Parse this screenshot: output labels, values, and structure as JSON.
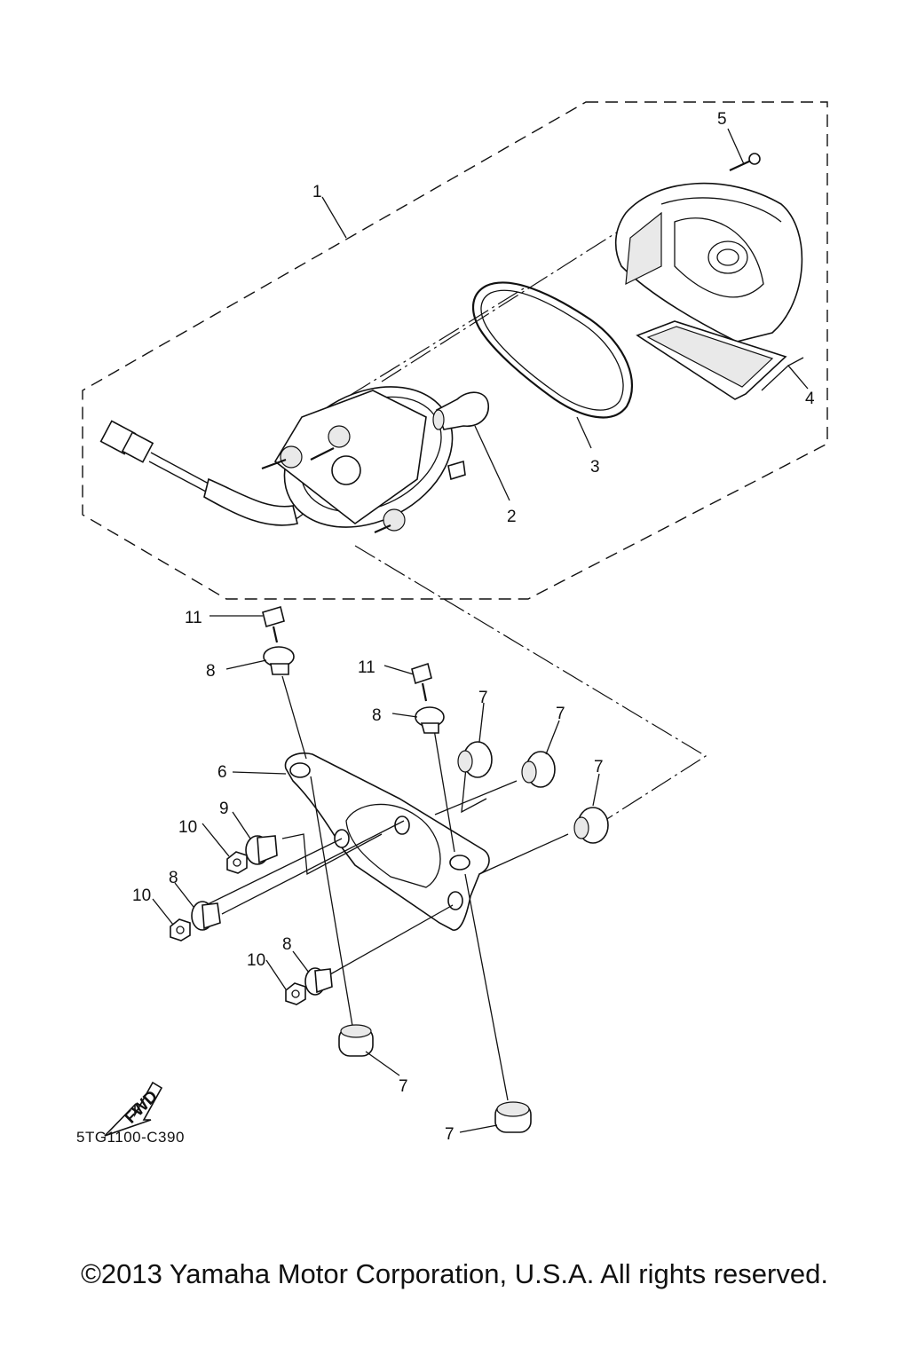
{
  "callouts": {
    "c1": "1",
    "c2": "2",
    "c3": "3",
    "c4": "4",
    "c5": "5",
    "c6": "6",
    "c7a": "7",
    "c7b": "7",
    "c7c": "7",
    "c7d": "7",
    "c7e": "7",
    "c8a": "8",
    "c8b": "8",
    "c8c": "8",
    "c8d": "8",
    "c9": "9",
    "c10a": "10",
    "c10b": "10",
    "c10c": "10",
    "c11a": "11",
    "c11b": "11"
  },
  "fwd_label": "FWD",
  "drawing_code": "5TG1100-C390",
  "copyright": "©2013 Yamaha Motor Corporation, U.S.A. All rights reserved.",
  "icons": {
    "fwd": "fwd-arrow-icon"
  }
}
